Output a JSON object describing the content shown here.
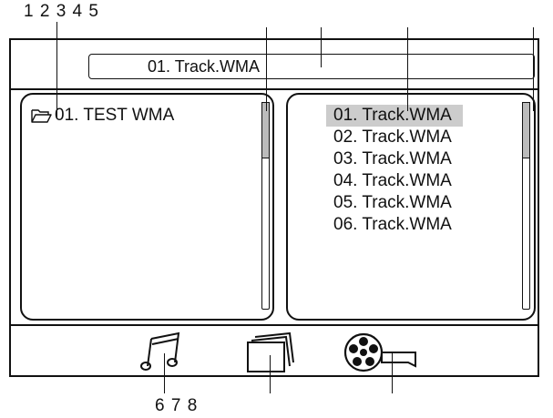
{
  "callouts": {
    "top": "1 2 3 4 5",
    "bottom": "6 7 8"
  },
  "title_bar": {
    "now_playing": "01. Track.WMA"
  },
  "folder_panel": {
    "items": [
      {
        "label": "01. TEST WMA",
        "icon": "folder-icon"
      }
    ]
  },
  "file_panel": {
    "items": [
      {
        "label": "01. Track.WMA",
        "selected": true
      },
      {
        "label": "02. Track.WMA",
        "selected": false
      },
      {
        "label": "03. Track.WMA",
        "selected": false
      },
      {
        "label": "04. Track.WMA",
        "selected": false
      },
      {
        "label": "05. Track.WMA",
        "selected": false
      },
      {
        "label": "06. Track.WMA",
        "selected": false
      }
    ]
  },
  "bottom_icons": [
    "music-icon",
    "photo-icon",
    "movie-icon"
  ],
  "colors": {
    "line": "#111111",
    "selection": "#cccccc"
  }
}
